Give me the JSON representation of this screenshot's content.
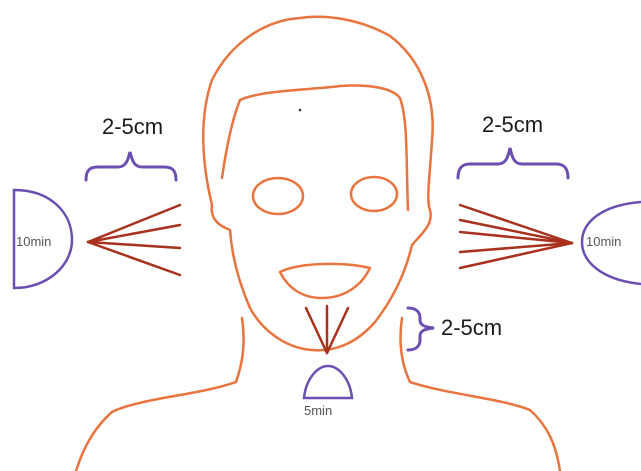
{
  "colors": {
    "outline": "#e8743f",
    "rays": "#a8321e",
    "device": "#6a4fb0",
    "text": "#1a1a1a"
  },
  "labels": {
    "left_distance": "2-5cm",
    "right_distance": "2-5cm",
    "chin_distance": "2-5cm",
    "left_time": "10min",
    "right_time": "10min",
    "chin_time": "5min"
  }
}
